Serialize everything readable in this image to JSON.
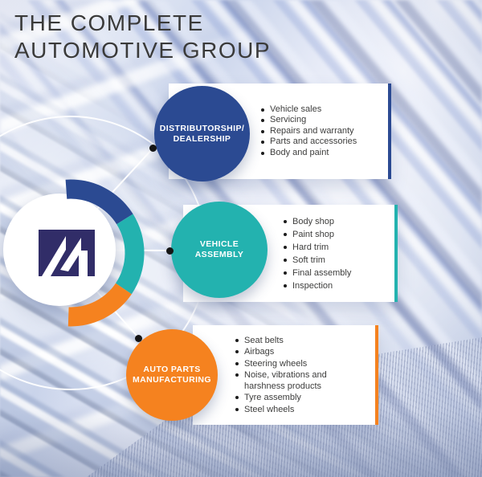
{
  "title": {
    "line1": "THE COMPLETE",
    "line2": "AUTOMOTIVE GROUP"
  },
  "groups": [
    {
      "id": "distributorship-dealership",
      "label_lines": [
        "DISTRIBUTORSHIP/",
        "DEALERSHIP"
      ],
      "color": "#2b4a92",
      "items": [
        "Vehicle sales",
        "Servicing",
        "Repairs and warranty",
        "Parts and accessories",
        "Body and paint"
      ]
    },
    {
      "id": "vehicle-assembly",
      "label_lines": [
        "VEHICLE",
        "ASSEMBLY"
      ],
      "color": "#23b2af",
      "items": [
        "Body shop",
        "Paint shop",
        "Hard trim",
        "Soft trim",
        "Final assembly",
        "Inspection"
      ]
    },
    {
      "id": "auto-parts-manufacturing",
      "label_lines": [
        "AUTO PARTS",
        "MANUFACTURING"
      ],
      "color": "#f5821f",
      "items": [
        "Seat belts",
        "Airbags",
        "Steering wheels",
        "Noise, vibrations and harshness products",
        "Tyre assembly",
        "Steel wheels"
      ]
    }
  ],
  "logo": {
    "name": "motus-m-mark",
    "square_color": "#312d68",
    "mark_color": "#ffffff"
  },
  "colors": {
    "title_text": "#3a3a39",
    "body_text": "#3d3d3c",
    "bullet_dot": "#1c1c1c",
    "connector_dot": "#151515",
    "connector_line": "#ffffff",
    "card_background": "#ffffff"
  }
}
